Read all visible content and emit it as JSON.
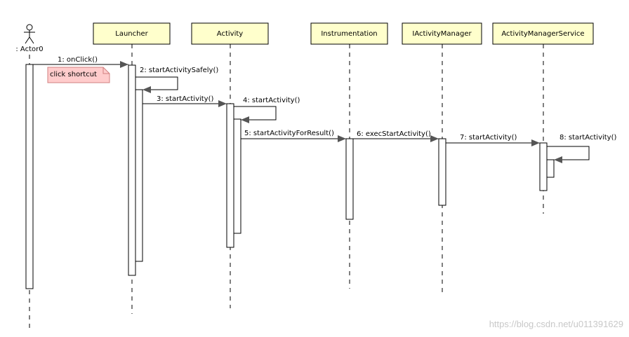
{
  "diagram": {
    "actor": {
      "label": ": Actor0"
    },
    "lifelines": [
      {
        "id": "launcher",
        "label": "Launcher"
      },
      {
        "id": "activity",
        "label": "Activity"
      },
      {
        "id": "instrumentation",
        "label": "Instrumentation"
      },
      {
        "id": "iactivitymanager",
        "label": "IActivityManager"
      },
      {
        "id": "ams",
        "label": "ActivityManagerService"
      }
    ],
    "messages": [
      {
        "label": "1: onClick()"
      },
      {
        "label": "2: startActivitySafely()"
      },
      {
        "label": "3: startActivity()"
      },
      {
        "label": "4: startActivity()"
      },
      {
        "label": "5: startActivityForResult()"
      },
      {
        "label": "6: execStartActivity()"
      },
      {
        "label": "7: startActivity()"
      },
      {
        "label": "8: startActivity()"
      }
    ],
    "note": {
      "text": "click shortcut"
    },
    "colors": {
      "header_fill": "#ffffcc",
      "note_fill": "#ffcccc",
      "note_border": "#d08080",
      "line": "#000000",
      "arrowhead": "#555555"
    }
  },
  "watermark": "https://blog.csdn.net/u011391629"
}
